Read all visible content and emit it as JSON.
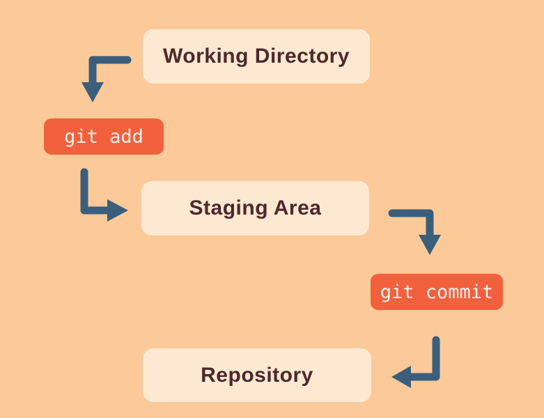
{
  "diagram": {
    "nodes": [
      {
        "id": "working-directory",
        "label": "Working Directory"
      },
      {
        "id": "staging-area",
        "label": "Staging Area"
      },
      {
        "id": "repository",
        "label": "Repository"
      }
    ],
    "commands": [
      {
        "id": "git-add",
        "label": "git add"
      },
      {
        "id": "git-commit",
        "label": "git commit"
      }
    ],
    "edges": [
      {
        "from": "working-directory",
        "via": "git add",
        "to": "staging-area"
      },
      {
        "from": "staging-area",
        "via": "git commit",
        "to": "repository"
      }
    ]
  },
  "colors": {
    "background": "#FBCA98",
    "node_bg": "#FDE9D2",
    "node_text": "#4E272B",
    "command_bg": "#F2603D",
    "command_text": "#FAF3EB",
    "arrow": "#3B5E7C"
  }
}
